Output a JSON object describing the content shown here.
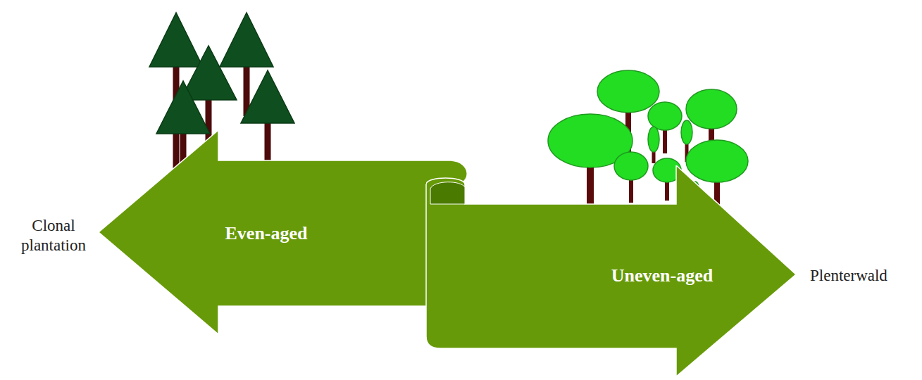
{
  "diagram": {
    "nodes": [
      {
        "text": [
          "Even-aged"
        ]
      },
      {
        "text": [
          "Uneven-aged"
        ]
      }
    ],
    "labels": [
      "Clonal plantation",
      "Plenterwald"
    ]
  }
}
